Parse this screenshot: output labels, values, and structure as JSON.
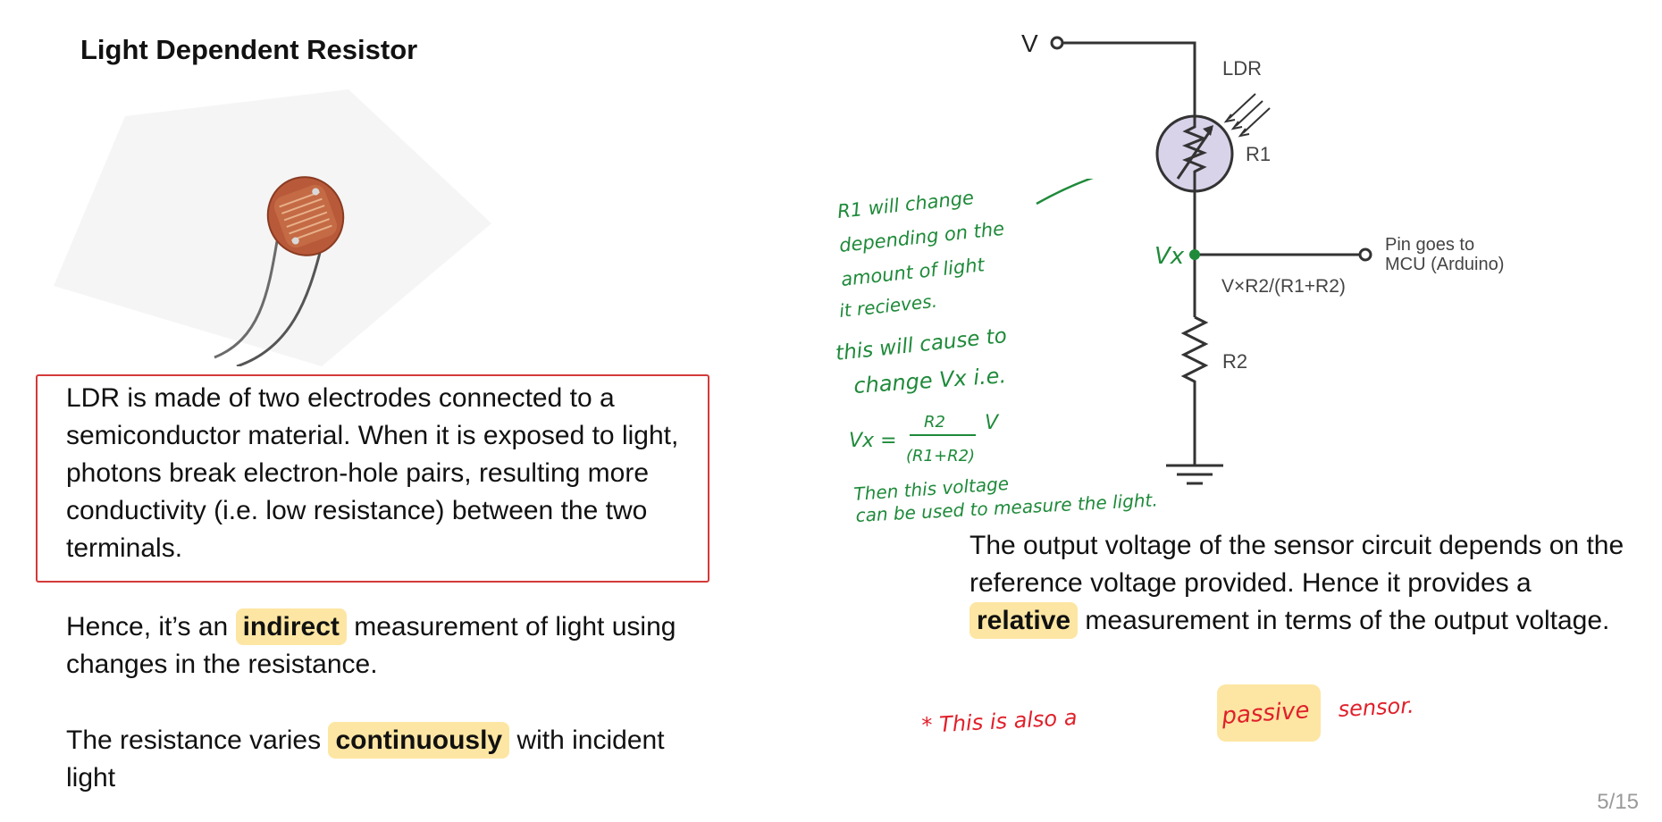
{
  "slide": {
    "title": "Light Dependent Resistor",
    "page_number": "5/15"
  },
  "definition": {
    "text": "LDR is made of two electrodes connected to a semiconductor material.  When it is exposed to light, photons break electron-hole pairs, resulting more conductivity (i.e. low resistance) between the two terminals."
  },
  "indirect_paragraph": {
    "before": "Hence, it’s an ",
    "highlight": "indirect",
    "after": " measurement of light using changes in the resistance."
  },
  "continuous_paragraph": {
    "before": "The resistance varies ",
    "highlight": "continuously",
    "after": " with incident light"
  },
  "relative_paragraph": {
    "before": "The output voltage of the sensor circuit depends on the reference voltage provided. Hence it provides a ",
    "highlight": "relative",
    "after": " measurement in terms of the output voltage."
  },
  "circuit": {
    "supply_label": "V",
    "ldr_label": "LDR",
    "r1_label": "R1",
    "r2_label": "R2",
    "output_formula": "V×R2/(R1+R2)",
    "pin_label_line1": "Pin goes to",
    "pin_label_line2": "MCU (Arduino)"
  },
  "handwritten": {
    "vx_label": "Vx",
    "note_lines": [
      "R1 will change",
      "depending on the",
      "amount of light",
      "it recieves.",
      "this will cause to",
      "change Vx i.e."
    ],
    "formula_lhs": "Vx =",
    "formula_num": "R2",
    "formula_den": "(R1+R2)",
    "formula_v": "V",
    "conclusion_line1": "Then this voltage",
    "conclusion_line2": "can be used to measure the light.",
    "passive_before": "* This is also a",
    "passive_highlight": "passive",
    "passive_after": "sensor."
  },
  "colors": {
    "ink_green": "#1f8a3a",
    "ink_red": "#e0202a",
    "highlight": "#fde6a3",
    "box_border": "#d43a3a"
  }
}
